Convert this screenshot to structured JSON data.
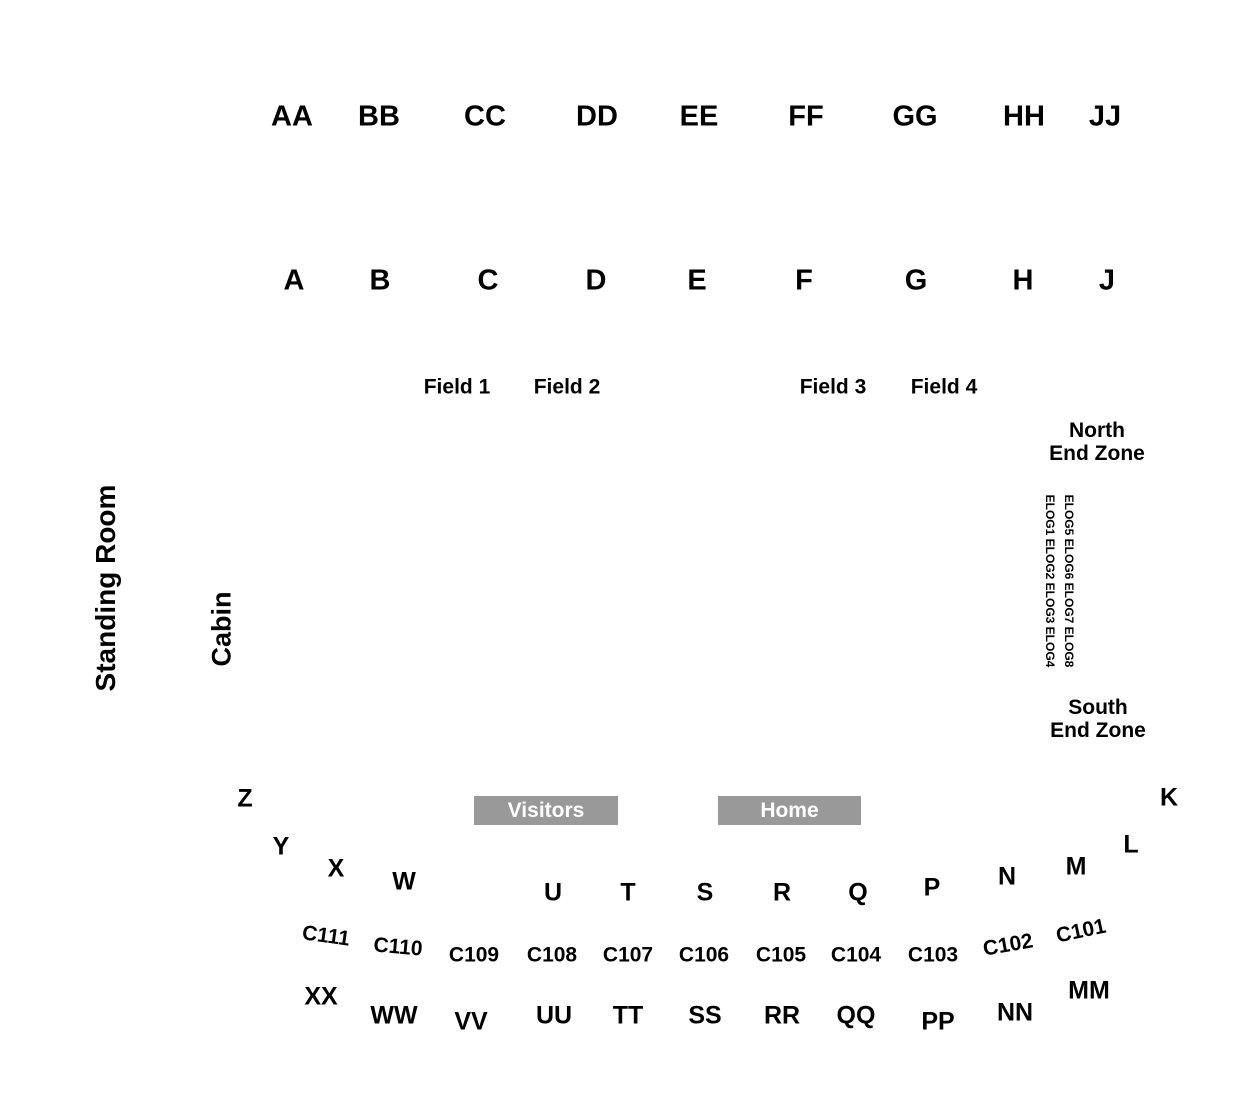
{
  "upper_sections": [
    "AA",
    "BB",
    "CC",
    "DD",
    "EE",
    "FF",
    "GG",
    "HH",
    "JJ"
  ],
  "lower_sections": [
    "A",
    "B",
    "C",
    "D",
    "E",
    "F",
    "G",
    "H",
    "J"
  ],
  "field_sections": [
    "Field 1",
    "Field 2",
    "Field 3",
    "Field 4"
  ],
  "north_end_zone": {
    "line1": "North",
    "line2": "End Zone"
  },
  "south_end_zone": {
    "line1": "South",
    "line2": "End Zone"
  },
  "elog_row_top": "ELOG5 ELOG6 ELOG7 ELOG8",
  "elog_row_bottom": "ELOG1 ELOG2 ELOG3 ELOG4",
  "standing_room": "Standing Room",
  "cabin": "Cabin",
  "benches": {
    "visitors": "Visitors",
    "home": "Home"
  },
  "colors": {
    "bench_fill": "#999999",
    "bench_text": "#ffffff",
    "label": "#000000"
  },
  "bottom_row_1": [
    "Z",
    "Y",
    "X",
    "W",
    "U",
    "T",
    "S",
    "R",
    "Q",
    "P",
    "N",
    "M",
    "L",
    "K"
  ],
  "club_sections": [
    "C111",
    "C110",
    "C109",
    "C108",
    "C107",
    "C106",
    "C105",
    "C104",
    "C103",
    "C102",
    "C101"
  ],
  "bottom_row_3": [
    "XX",
    "WW",
    "VV",
    "UU",
    "TT",
    "SS",
    "RR",
    "QQ",
    "PP",
    "NN",
    "MM"
  ]
}
